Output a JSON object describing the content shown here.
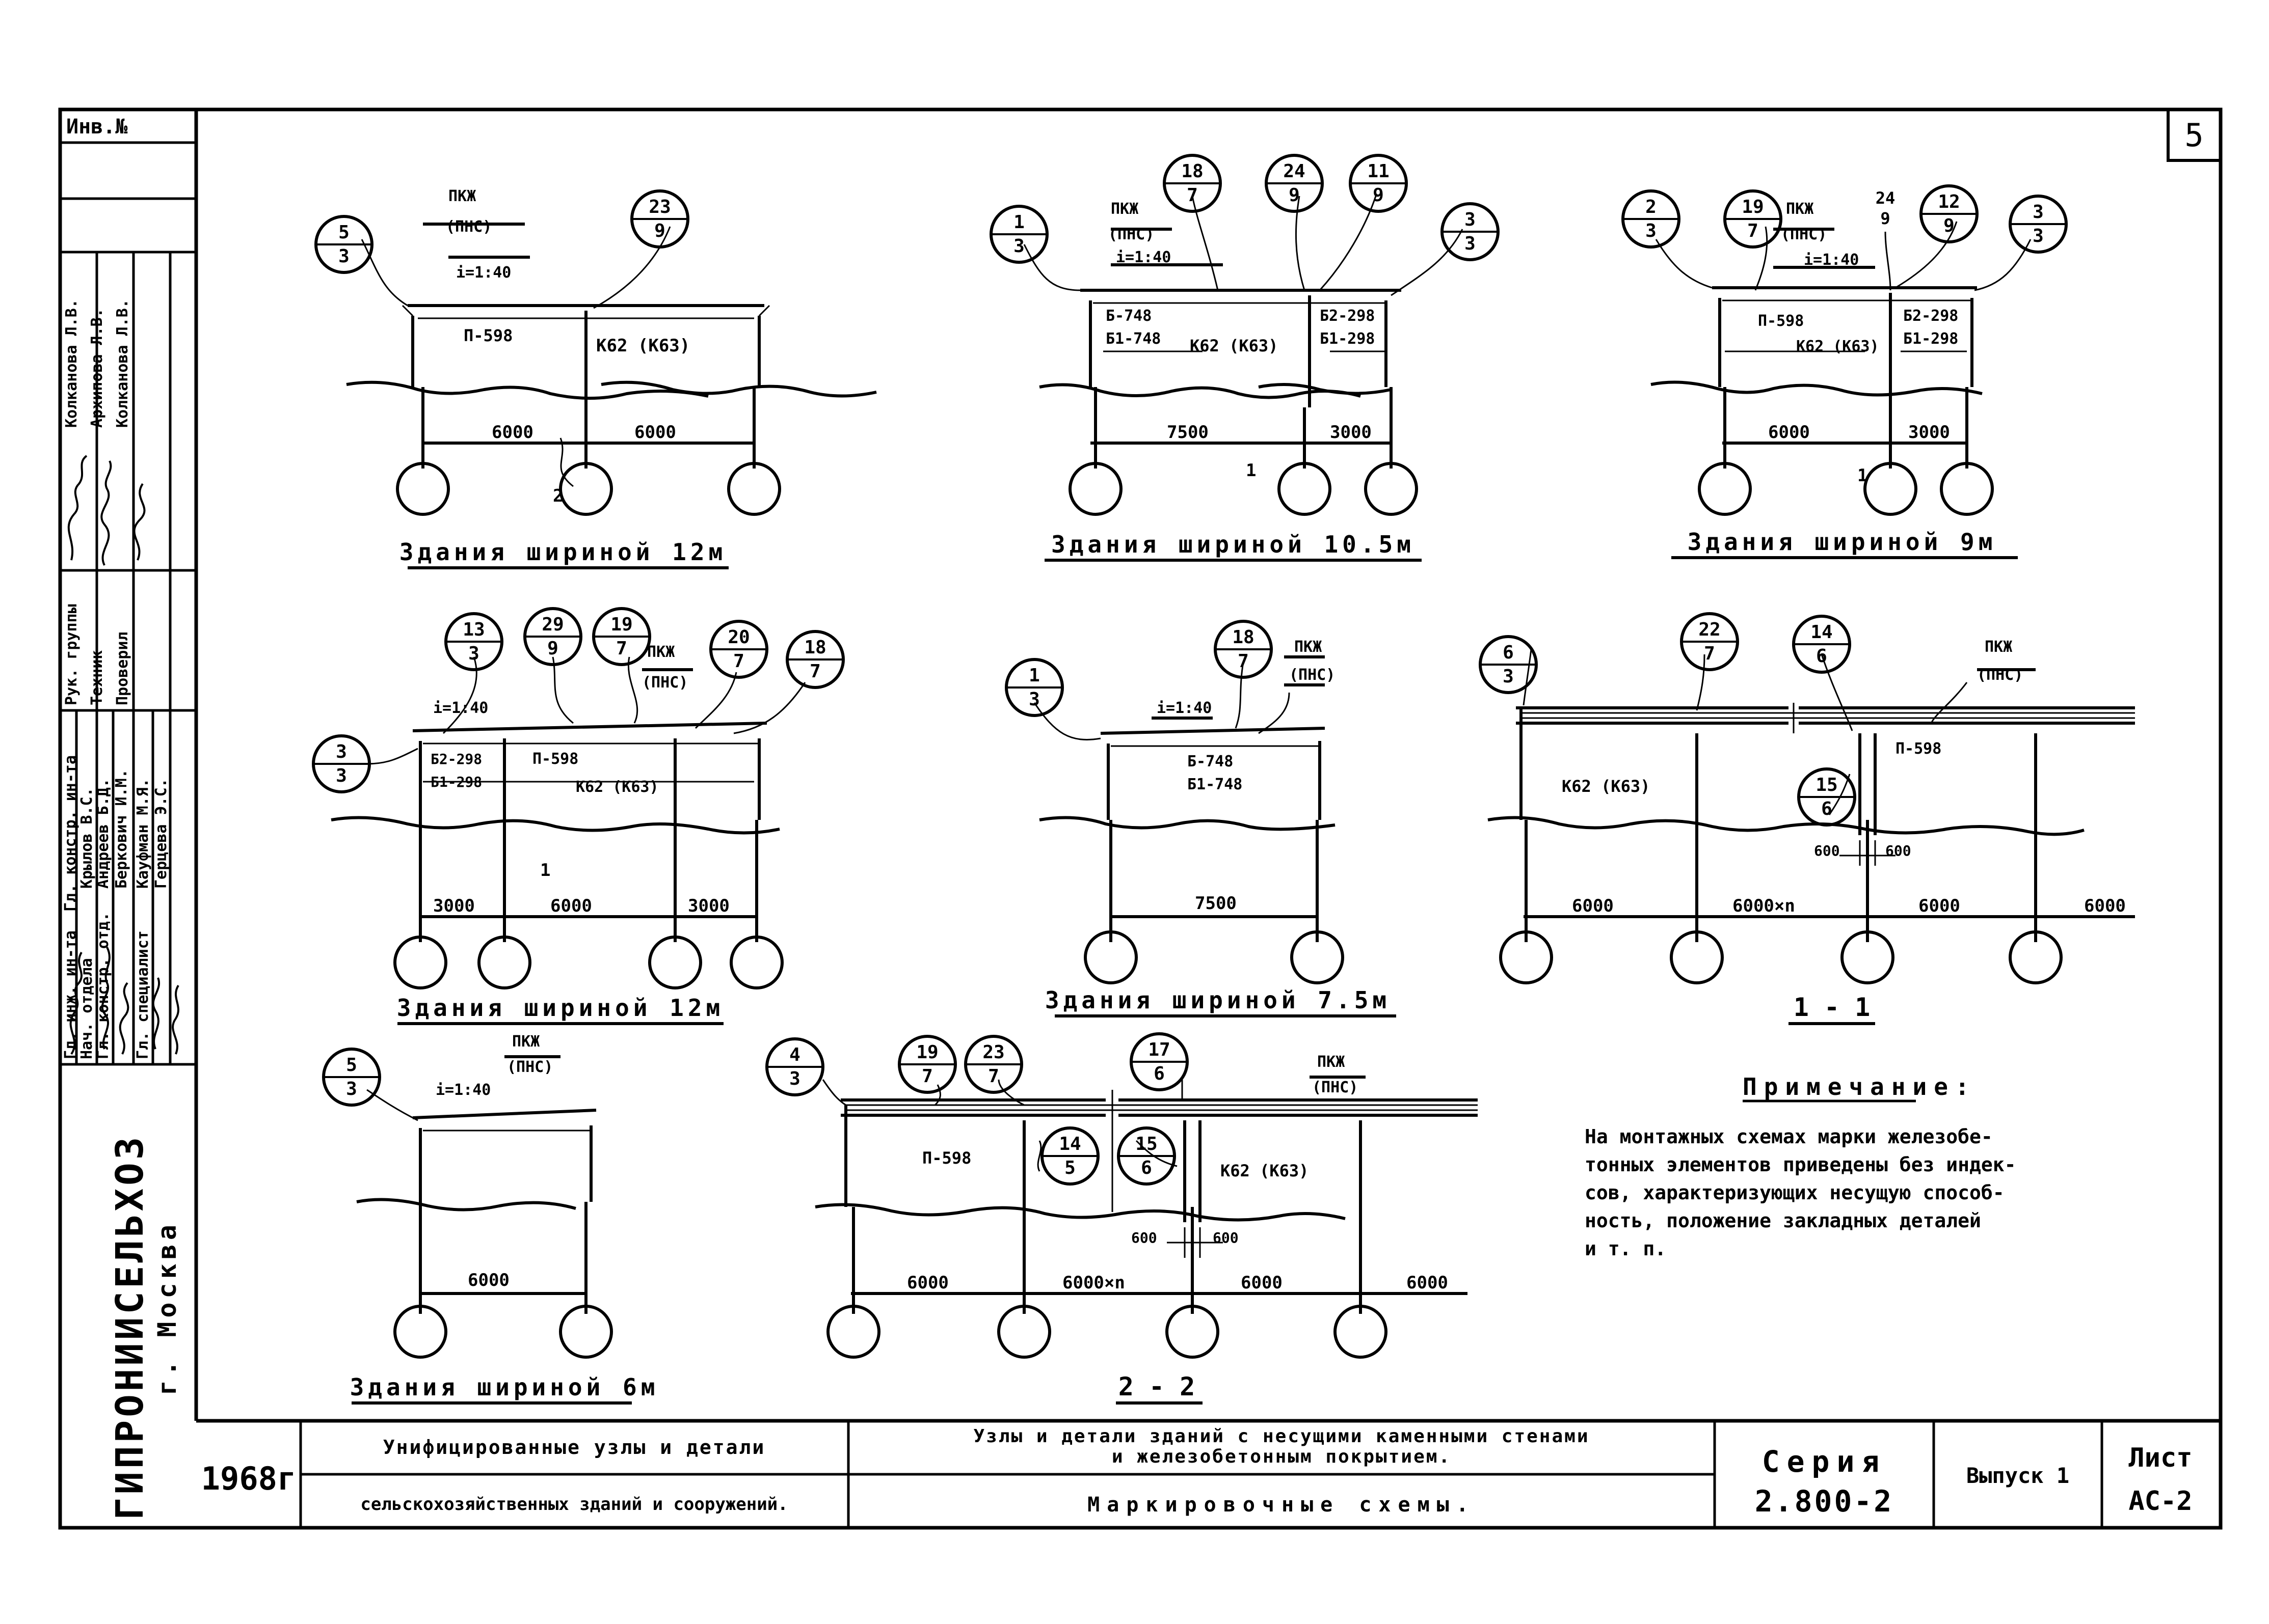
{
  "sheet_number": "5",
  "inventory_label": "Инв.№",
  "side_stamp": {
    "org": "ГИПРОНИИСЕЛЬХОЗ",
    "city": "г. Москва",
    "staff": [
      {
        "role": "Гл. инж. ин-та",
        "name": "Крылов В.С."
      },
      {
        "role": "Гл. констр. ин-та",
        "name": "Андреев Б.Д."
      },
      {
        "role": "Нач. отдела",
        "name": "Беркович И.М."
      },
      {
        "role": "Гл. констр. отд.",
        "name": "Кауфман М.Я."
      },
      {
        "role": "Гл. специалист",
        "name": "Герцева Э.С."
      },
      {
        "role": "Рук. группы",
        "name": "Колканова Л.В."
      },
      {
        "role": "Техник",
        "name": "Архипова Л.В."
      },
      {
        "role": "Проверил",
        "name": "Колканова Л.В."
      }
    ]
  },
  "title_block": {
    "year": "1968г",
    "title_line1": "Унифицированные узлы и детали",
    "title_line2": "сельскохозяйственных зданий и сооружений.",
    "subject_line1": "Узлы и детали зданий с несущими каменными стенами",
    "subject_line2": "и железобетонным покрытием.",
    "drawing_name": "Маркировочные схемы.",
    "series_label": "Серия",
    "series_value": "2.800-2",
    "issue": "Выпуск 1",
    "sheet_label": "Лист",
    "sheet_value": "АС-2"
  },
  "note": {
    "heading": "Примечание:",
    "lines": [
      "На монтажных схемах марки железобе-",
      "тонных элементов приведены без индек-",
      "сов, характеризующих несущую способ-",
      "ность, положение закладных деталей",
      "и т. п."
    ]
  },
  "views": [
    {
      "caption": "Здания шириной 12м",
      "callouts": [
        [
          "5",
          "3"
        ],
        [
          "23",
          "9"
        ]
      ],
      "labels": [
        "ПКЖ",
        "(ПНС)",
        "i=1:40",
        "П-598",
        "К62 (К63)",
        "2"
      ],
      "dims": [
        "6000",
        "6000"
      ]
    },
    {
      "caption": "Здания шириной 10.5м",
      "callouts": [
        [
          "1",
          "3"
        ],
        [
          "18",
          "7"
        ],
        [
          "24",
          "9"
        ],
        [
          "11",
          "9"
        ],
        [
          "3",
          "3"
        ]
      ],
      "labels": [
        "ПКЖ",
        "(ПНС)",
        "i=1:40",
        "Б-748",
        "Б1-748",
        "К62 (К63)",
        "Б2-298",
        "Б1-298",
        "1"
      ],
      "dims": [
        "7500",
        "3000"
      ]
    },
    {
      "caption": "Здания шириной 9м",
      "callouts": [
        [
          "2",
          "3"
        ],
        [
          "19",
          "7"
        ],
        [
          "24",
          "9"
        ],
        [
          "12",
          "9"
        ],
        [
          "3",
          "3"
        ]
      ],
      "labels": [
        "ПКЖ",
        "(ПНС)",
        "i=1:40",
        "П-598",
        "К62 (К63)",
        "Б2-298",
        "Б1-298",
        "1"
      ],
      "dims": [
        "6000",
        "3000"
      ]
    },
    {
      "caption": "Здания шириной 12м",
      "callouts": [
        [
          "3",
          "3"
        ],
        [
          "13",
          "3"
        ],
        [
          "29",
          "9"
        ],
        [
          "19",
          "7"
        ],
        [
          "20",
          "7"
        ],
        [
          "18",
          "7"
        ]
      ],
      "labels": [
        "ПКЖ",
        "(ПНС)",
        "i=1:40",
        "Б2-298",
        "Б1-298",
        "П-598",
        "К62 (К63)",
        "1"
      ],
      "dims": [
        "3000",
        "6000",
        "3000"
      ]
    },
    {
      "caption": "Здания шириной 7.5м",
      "callouts": [
        [
          "1",
          "3"
        ],
        [
          "18",
          "7"
        ]
      ],
      "labels": [
        "ПКЖ",
        "(ПНС)",
        "i=1:40",
        "Б-748",
        "Б1-748"
      ],
      "dims": [
        "7500"
      ]
    },
    {
      "caption": "1 - 1",
      "callouts": [
        [
          "6",
          "3"
        ],
        [
          "22",
          "7"
        ],
        [
          "14",
          "6"
        ],
        [
          "15",
          "6"
        ]
      ],
      "labels": [
        "ПКЖ",
        "(ПНС)",
        "К62 (К63)",
        "П-598",
        "600",
        "600"
      ],
      "dims": [
        "6000",
        "6000×n",
        "6000",
        "6000"
      ]
    },
    {
      "caption": "Здания шириной 6м",
      "callouts": [
        [
          "5",
          "3"
        ]
      ],
      "labels": [
        "ПКЖ",
        "(ПНС)",
        "i=1:40"
      ],
      "dims": [
        "6000"
      ]
    },
    {
      "caption": "2 - 2",
      "callouts": [
        [
          "4",
          "3"
        ],
        [
          "19",
          "7"
        ],
        [
          "23",
          "7"
        ],
        [
          "17",
          "6"
        ],
        [
          "14",
          "5"
        ],
        [
          "15",
          "6"
        ]
      ],
      "labels": [
        "ПКЖ",
        "(ПНС)",
        "П-598",
        "К62 (К63)",
        "600",
        "600"
      ],
      "dims": [
        "6000",
        "6000×n",
        "6000",
        "6000"
      ]
    }
  ]
}
